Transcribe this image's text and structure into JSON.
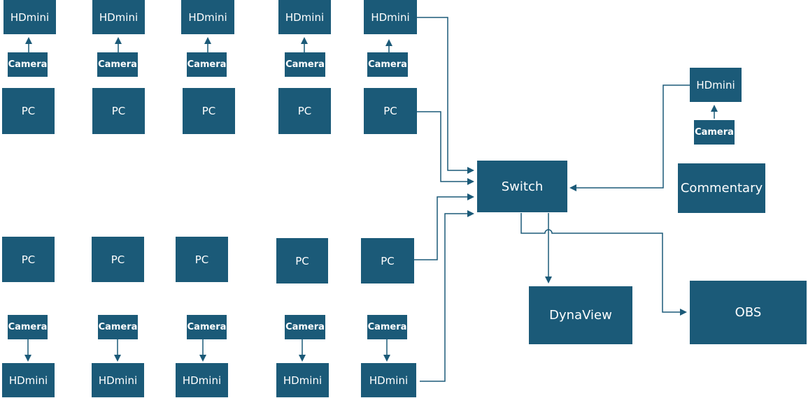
{
  "diagram": {
    "labels": {
      "hdmini": "HDmini",
      "camera": "Camera",
      "pc": "PC",
      "switch": "Switch",
      "commentary": "Commentary",
      "dynaview": "DynaView",
      "obs": "OBS"
    },
    "colors": {
      "box": "#1b5a78",
      "line": "#1b5a78",
      "text": "#ffffff",
      "background": "#ffffff"
    }
  }
}
